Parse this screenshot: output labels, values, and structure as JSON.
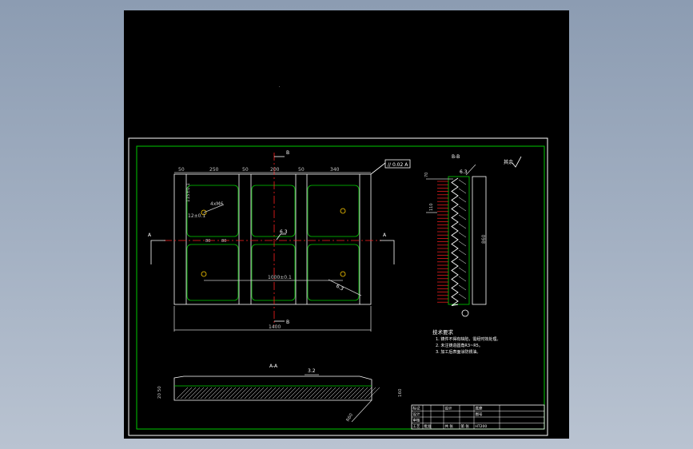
{
  "colors": {
    "background": "#000000",
    "outline": "#ffffff",
    "frame": "#00c800",
    "part": "#00d000",
    "dimension": "#c8c8c8",
    "centerline": "#ff2020",
    "marker": "#ffcc00",
    "annotation": "#ffffff"
  },
  "plan_view": {
    "top_dims": [
      "50",
      "250",
      "50",
      "200",
      "50",
      "340"
    ],
    "overall_width": "1400",
    "hole_spacing": "1000±0.1",
    "thread_callout": "4xM6",
    "thread_depth": "12±0.1",
    "vertical_dim": "115±0.1",
    "tolerance_frame": "// 0.02 A",
    "roughness_1": "6.3",
    "roughness_2": "6.3",
    "section_top": "B",
    "section_bottom": "B",
    "section_left": "A",
    "section_right": "A",
    "mid_label_left": "80",
    "mid_label_right": "80"
  },
  "section_view": {
    "title": "B-B",
    "height_dim": "860",
    "roughness": "6.3",
    "left_dim_1": "70",
    "left_dim_2": "110",
    "global_roughness": "其余"
  },
  "side_view": {
    "title": "A-A",
    "roughness": "3.2",
    "left_dim": "20 50",
    "right_dim": "160",
    "angle_dim": "R60"
  },
  "notes": {
    "title": "技术要求",
    "items": [
      "1. 铸件不得有缺陷，需经时效处理。",
      "2. 未注铸造圆角R3~R5。",
      "3. 加工后表面涂防锈油。"
    ]
  },
  "title_block": {
    "rows": [
      [
        "标记",
        "",
        "",
        "设计",
        "",
        "底座"
      ],
      [
        "设计",
        "",
        "",
        "",
        "",
        "图号"
      ],
      [
        "审核",
        "",
        "",
        "",
        "",
        ""
      ],
      [
        "工艺",
        "批准",
        "",
        "共 张",
        "第 张",
        "HT200"
      ]
    ]
  }
}
